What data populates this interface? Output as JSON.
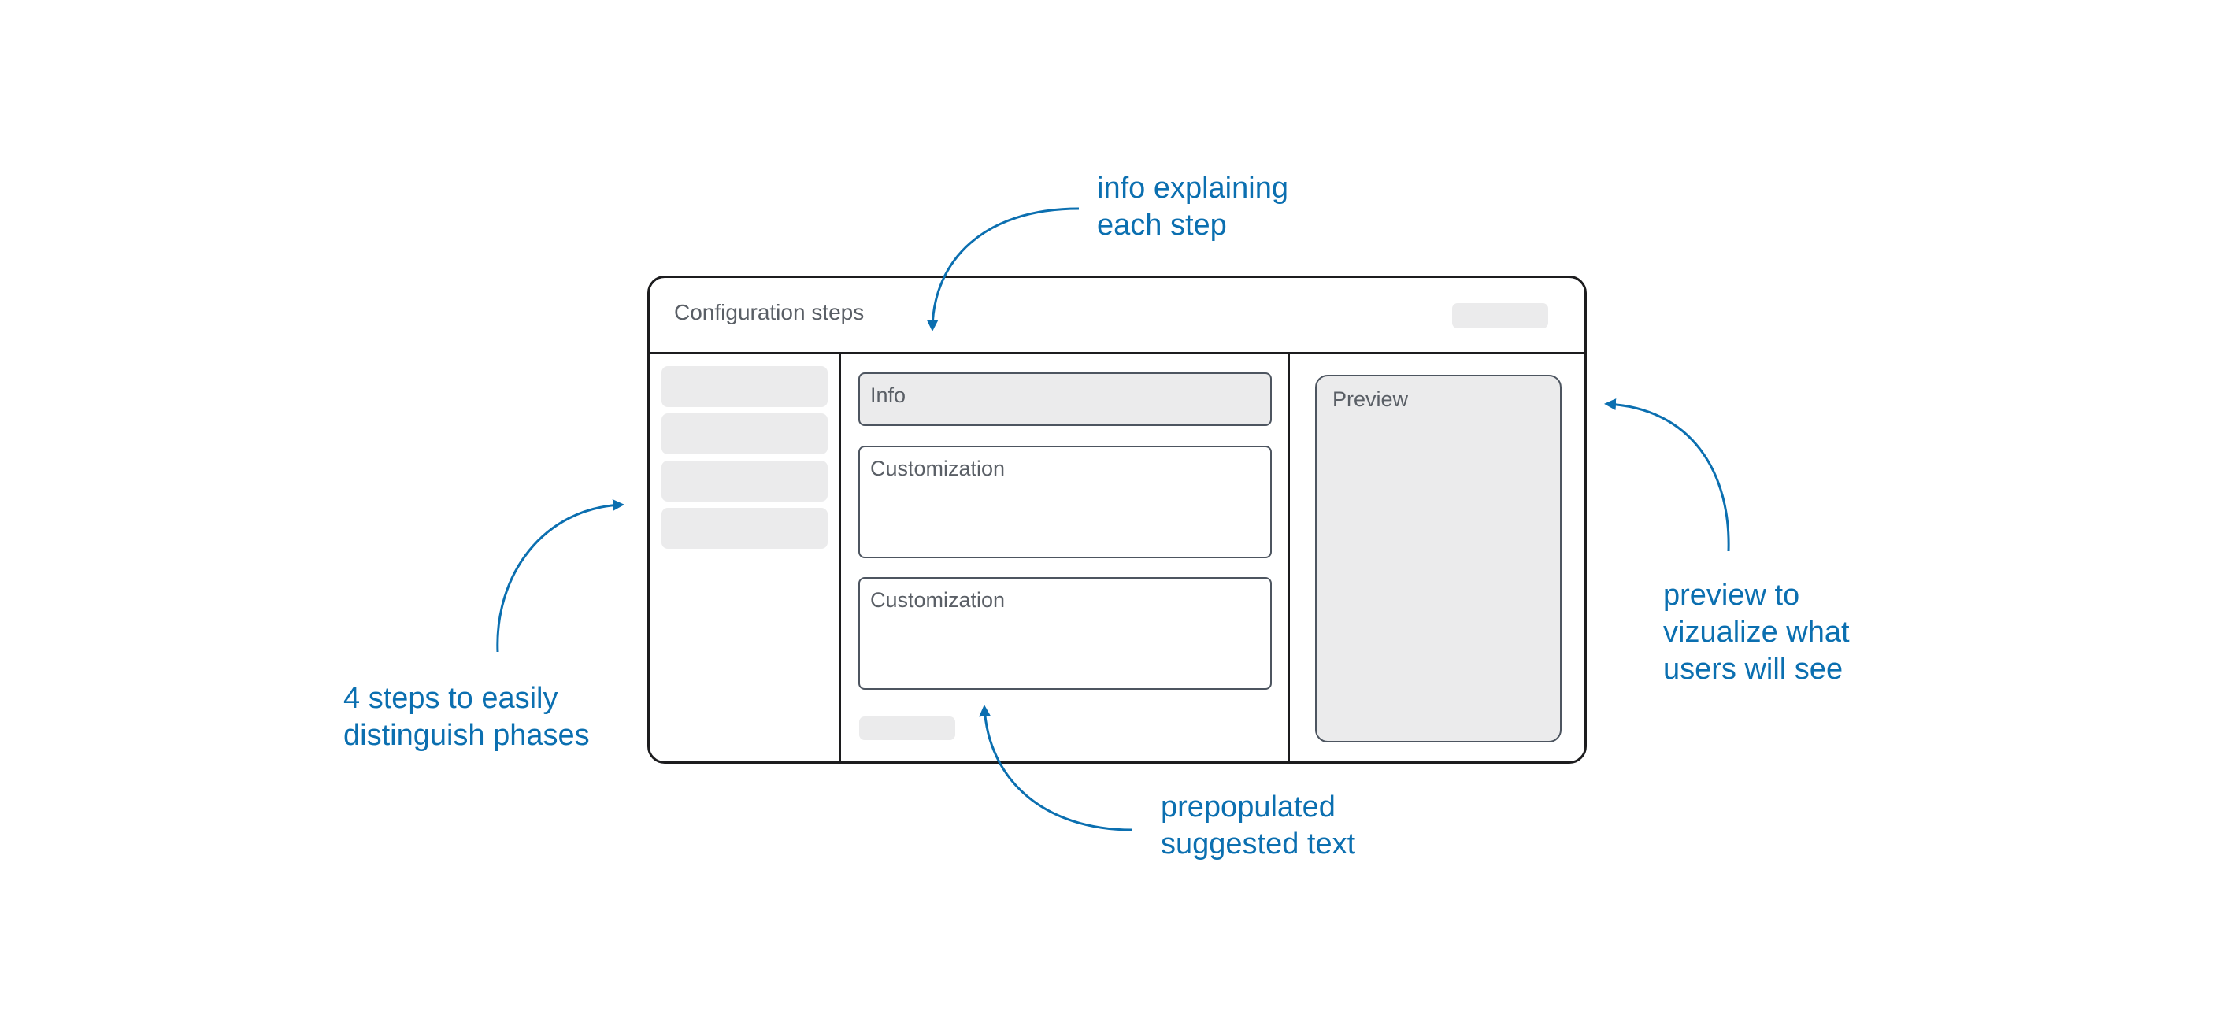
{
  "window": {
    "title": "Configuration steps"
  },
  "sidebar": {
    "steps": [
      "",
      "",
      "",
      ""
    ]
  },
  "main": {
    "info_label": "Info",
    "customization_1_label": "Customization",
    "customization_2_label": "Customization"
  },
  "preview": {
    "label": "Preview"
  },
  "annotations": {
    "info": [
      "info explaining",
      "each step"
    ],
    "steps": [
      "4 steps to easily",
      "distinguish phases"
    ],
    "prepopulated": [
      "prepopulated",
      "suggested text"
    ],
    "preview": [
      "preview to",
      "vizualize what",
      "users will see"
    ]
  },
  "colors": {
    "annotation": "#0b6fb0",
    "frame": "#1c1c1e",
    "placeholder": "#ebebec",
    "text": "#5a5f66"
  }
}
